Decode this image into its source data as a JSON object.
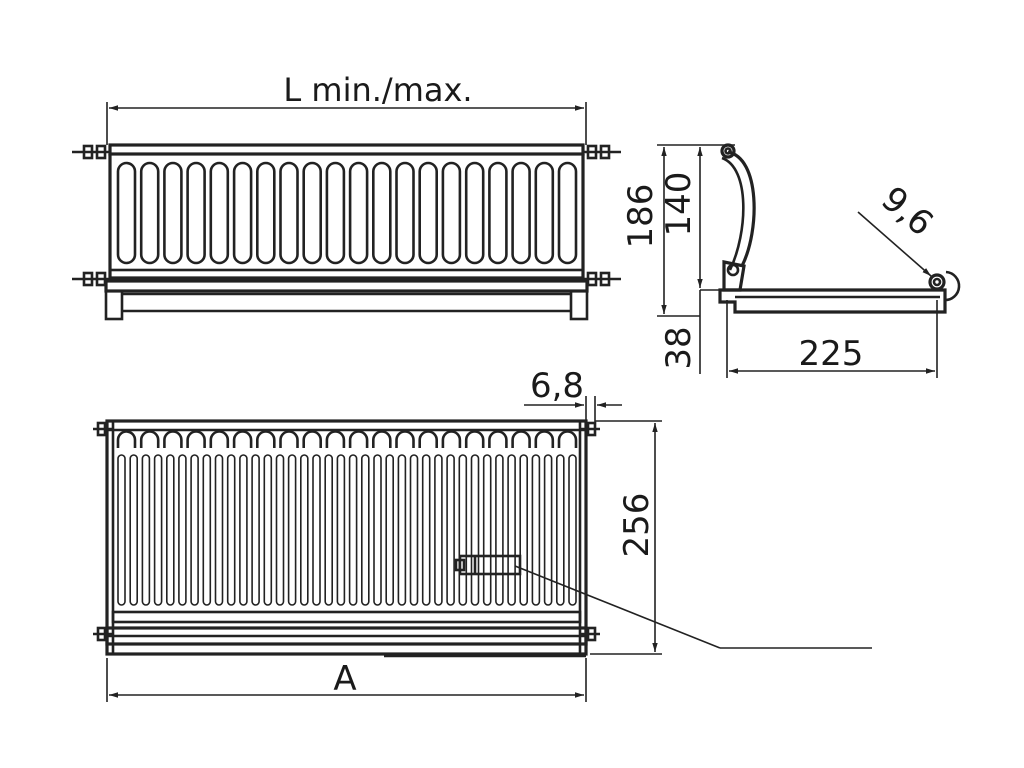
{
  "labels": {
    "length": "L min./max.",
    "height_total": "186",
    "height_rack": "140",
    "base_height": "38",
    "depth": "225",
    "fixing_diameter": "9,6",
    "side_offset": "6,8",
    "front_height": "256",
    "width": "A"
  }
}
